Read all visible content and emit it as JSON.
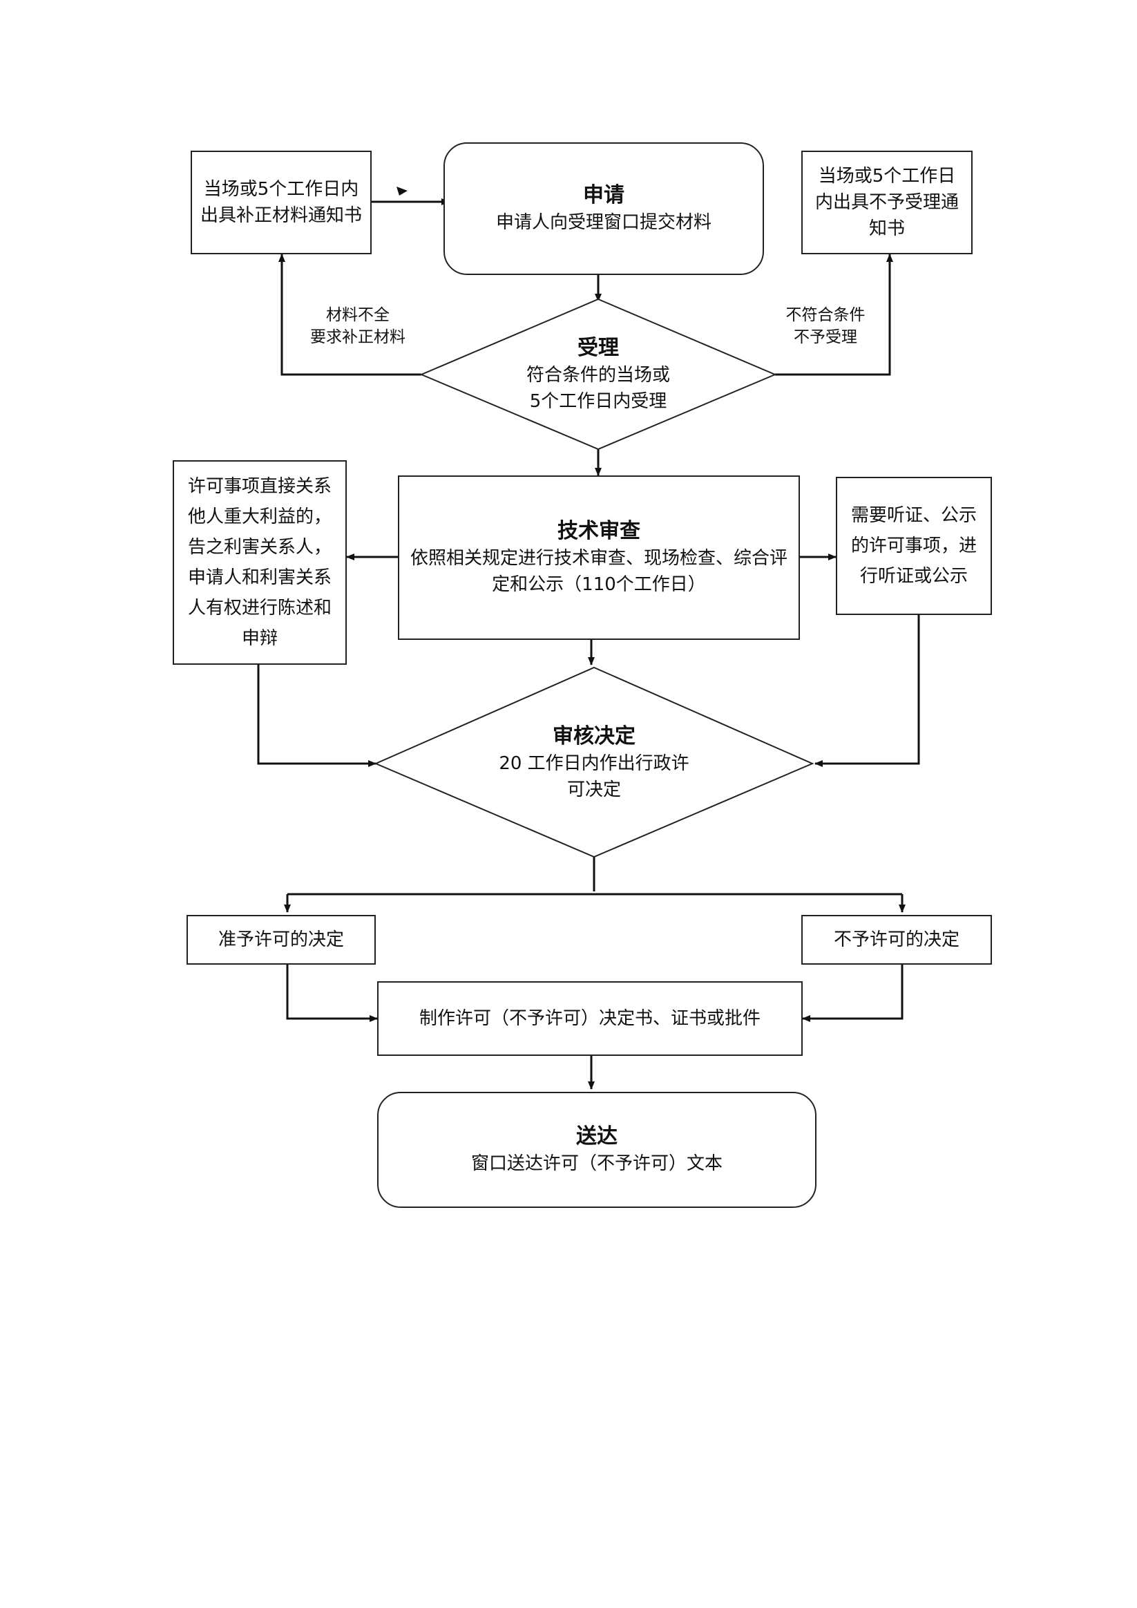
{
  "nodes": {
    "apply": {
      "title": "申请",
      "text": "申请人向受理窗口提交材料"
    },
    "correction_notice": {
      "text": "当场或5个工作日内出具补正材料通知书"
    },
    "reject_notice": {
      "text": "当场或5个工作日内出具不予受理通知书"
    },
    "acceptance": {
      "title": "受理",
      "line1": "符合条件的当场或",
      "line2": "5个工作日内受理"
    },
    "tech_review": {
      "title": "技术审查",
      "text": "依照相关规定进行技术审查、现场检查、综合评定和公示（110个工作日）"
    },
    "stakeholder": {
      "text": "许可事项直接关系他人重大利益的，告之利害关系人，申请人和利害关系人有权进行陈述和申辩"
    },
    "hearing": {
      "text": "需要听证、公示的许可事项，进行听证或公示"
    },
    "decision": {
      "title": "审核决定",
      "line1": "20 工作日内作出行政许",
      "line2": "可决定"
    },
    "grant": {
      "text": "准予许可的决定"
    },
    "deny": {
      "text": "不予许可的决定"
    },
    "make_doc": {
      "text": "制作许可（不予许可）决定书、证书或批件"
    },
    "deliver": {
      "title": "送达",
      "text": "窗口送达许可（不予许可）文本"
    }
  },
  "edge_labels": {
    "incomplete_line1": "材料不全",
    "incomplete_line2": "要求补正材料",
    "unqualified_line1": "不符合条件",
    "unqualified_line2": "不予受理"
  }
}
